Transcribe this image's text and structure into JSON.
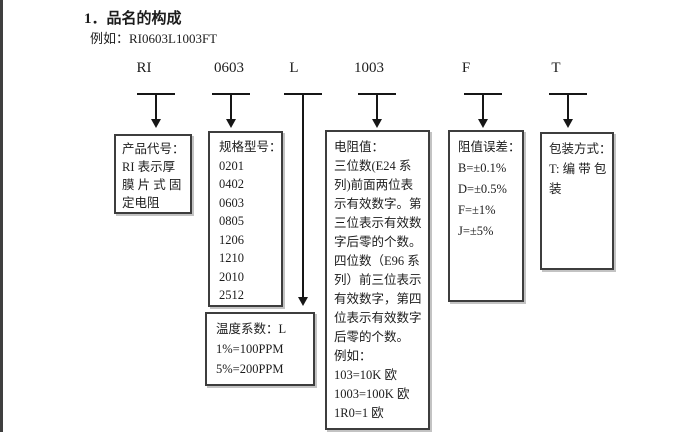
{
  "header": {
    "title": "1．品名的构成",
    "example_label": "例如：",
    "example_code": "RI0603L1003FT"
  },
  "diagram": {
    "codes": [
      "RI",
      "0603",
      "L",
      "1003",
      "F",
      "T"
    ],
    "boxes": {
      "product_code": {
        "lines": [
          "产品代号：",
          "RI 表示厚",
          "膜 片 式 固",
          "定电阻"
        ]
      },
      "size_spec": {
        "lines": [
          "规格型号：",
          "0201",
          "0402",
          "0603",
          "0805",
          "1206",
          "1210",
          "2010",
          "2512"
        ]
      },
      "temp_coefficient": {
        "lines": [
          "温度系数：L",
          "1%=100PPM",
          "5%=200PPM"
        ]
      },
      "resistance_value": {
        "lines": [
          "电阻值：",
          "三位数(E24 系",
          "列)前面两位表",
          "示有效数字。第",
          "三位表示有效数",
          "字后零的个数。",
          "四位数（E96 系",
          "列）前三位表示",
          "有效数字，第四",
          "位表示有效数字",
          "后零的个数。",
          "例如：",
          "103=10K 欧",
          "1003=100K 欧",
          "1R0=1 欧"
        ]
      },
      "tolerance": {
        "lines": [
          "阻值误差：",
          "B=±0.1%",
          "D=±0.5%",
          "F=±1%",
          "J=±5%"
        ]
      },
      "packaging": {
        "lines": [
          "包装方式：",
          "T: 编 带 包",
          "装"
        ]
      }
    }
  },
  "colors": {
    "text": "#1c1c1c",
    "box_border": "#3d3d3d",
    "arrow": "#161616",
    "page_edge": "#3f3f3f"
  }
}
